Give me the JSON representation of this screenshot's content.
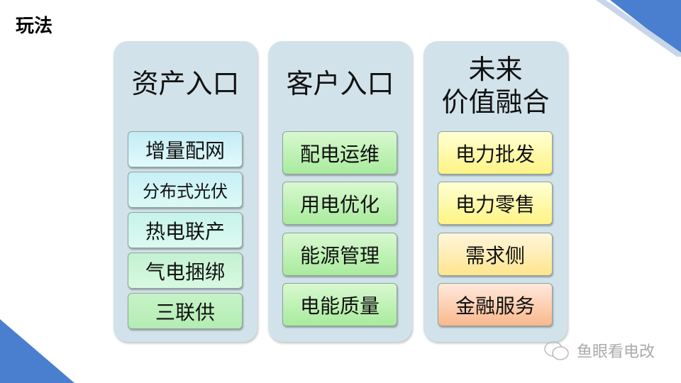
{
  "title": "玩法",
  "columns": [
    {
      "heading": [
        "资产入口"
      ],
      "items": [
        "增量配网",
        "分布式光伏",
        "热电联产",
        "气电捆绑",
        "三联供"
      ]
    },
    {
      "heading": [
        "客户入口"
      ],
      "items": [
        "配电运维",
        "用电优化",
        "能源管理",
        "电能质量"
      ]
    },
    {
      "heading": [
        "未来",
        "价值融合"
      ],
      "items": [
        "电力批发",
        "电力零售",
        "需求侧",
        "金融服务"
      ]
    }
  ],
  "watermark": "鱼眼看电改",
  "colors": {
    "accent": "#4a7fd0",
    "panel": "#d2e2ea"
  }
}
